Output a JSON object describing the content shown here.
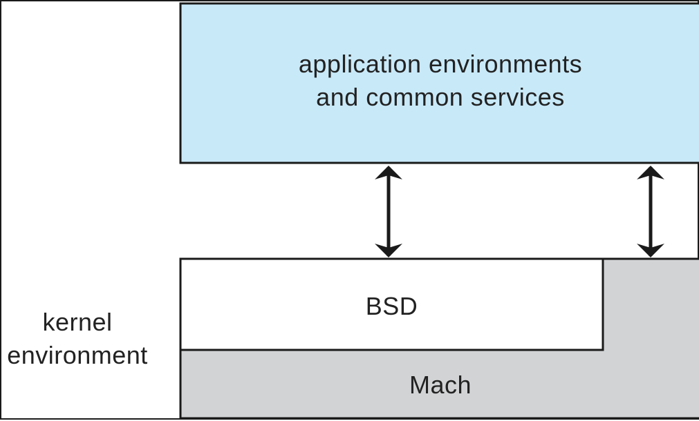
{
  "application_block": {
    "line1": "application environments",
    "line2": "and common services",
    "fill": "#c8e9f8"
  },
  "bsd_block": {
    "label": "BSD",
    "fill": "#ffffff"
  },
  "mach_block": {
    "label": "Mach",
    "fill": "#d2d3d5"
  },
  "kernel_label": {
    "line1": "kernel",
    "line2": "environment"
  },
  "colors": {
    "stroke": "#1a1a1a",
    "text": "#222222"
  }
}
